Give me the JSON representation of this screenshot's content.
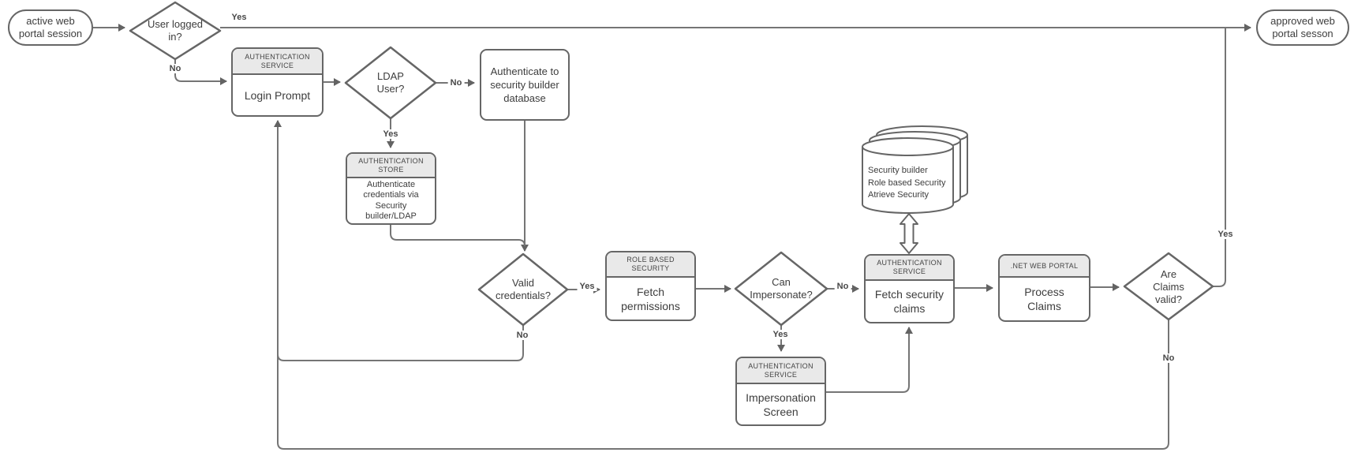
{
  "diagram_type": "flowchart",
  "colors": {
    "shape_border": "#666666",
    "connector": "#757575",
    "header_fill": "#e9e9e9",
    "shape_fill": "#ffffff",
    "text": "#3d3d3d",
    "label_text": "#474747",
    "background": "#ffffff"
  },
  "terminators": {
    "start": {
      "text": "active web portal session"
    },
    "end": {
      "text": "approved web portal sesson"
    }
  },
  "decisions": {
    "user_logged_in": {
      "text": "User logged in?"
    },
    "ldap_user": {
      "text": "LDAP User?"
    },
    "valid_credentials": {
      "text": "Valid credentials?"
    },
    "can_impersonate": {
      "text": "Can Impersonate?"
    },
    "claims_valid": {
      "text": "Are Claims valid?"
    }
  },
  "processes": {
    "login_prompt": {
      "header": "AUTHENTICATION SERVICE",
      "body": "Login Prompt"
    },
    "auth_store": {
      "header": "AUTHENTICATION STORE",
      "body": "Authenticate credentials via Security builder/LDAP"
    },
    "auth_db": {
      "body": "Authenticate to security builder database"
    },
    "fetch_permissions": {
      "header": "ROLE BASED SECURITY",
      "body": "Fetch permissions"
    },
    "fetch_claims": {
      "header": "AUTHENTICATION SERVICE",
      "body": "Fetch security claims"
    },
    "process_claims": {
      "header": ".NET WEB PORTAL",
      "body": "Process Claims"
    },
    "impersonation": {
      "header": "AUTHENTICATION SERVICE",
      "body": "Impersonation Screen"
    }
  },
  "datastore": {
    "lines": [
      "Security builder",
      "Role based Security",
      "Atrieve Security"
    ]
  },
  "labels": {
    "start_yes": "Yes",
    "user_no": "No",
    "ldap_no": "No",
    "ldap_yes": "Yes",
    "valid_yes": "Yes",
    "valid_no": "No",
    "impersonate_no": "No",
    "impersonate_yes": "Yes",
    "claims_yes": "Yes",
    "claims_no": "No"
  }
}
